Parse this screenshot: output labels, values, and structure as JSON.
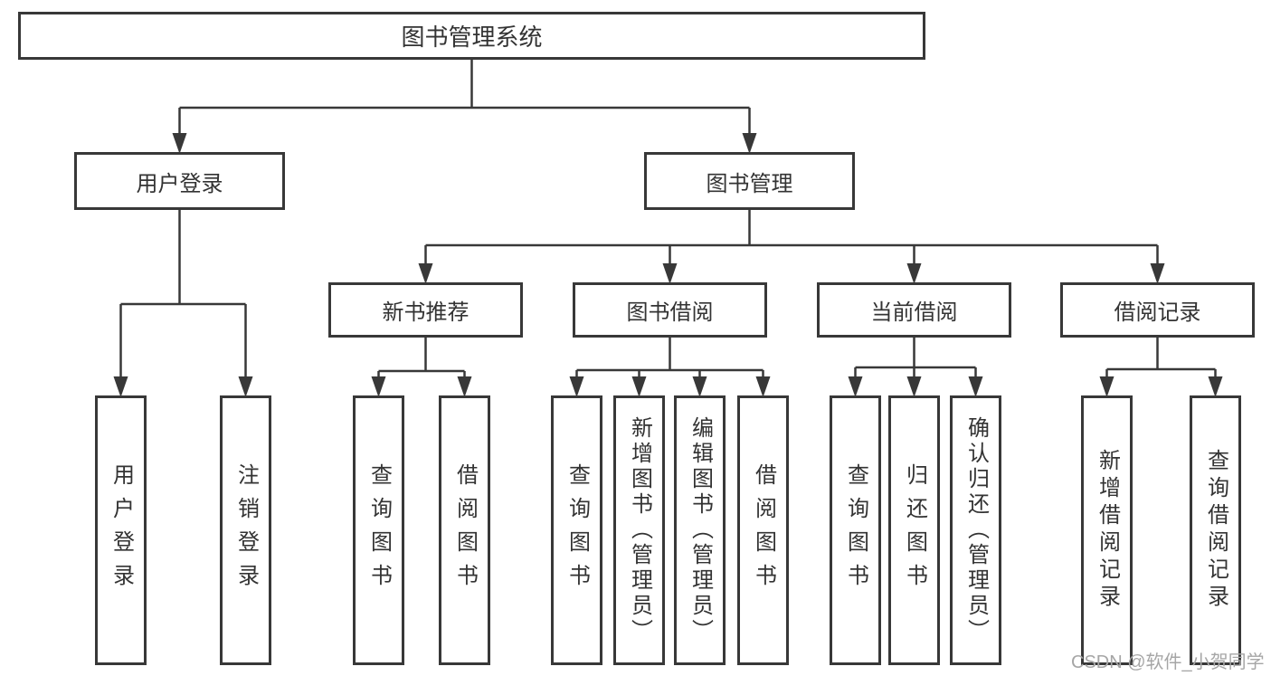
{
  "diagram_title": "图书管理系统",
  "tree": {
    "label": "图书管理系统",
    "children": [
      {
        "label": "用户登录",
        "children": [
          {
            "label": "用户登录"
          },
          {
            "label": "注销登录"
          }
        ]
      },
      {
        "label": "图书管理",
        "children": [
          {
            "label": "新书推荐",
            "children": [
              {
                "label": "查询图书"
              },
              {
                "label": "借阅图书"
              }
            ]
          },
          {
            "label": "图书借阅",
            "children": [
              {
                "label": "查询图书"
              },
              {
                "label": "新增图书（管理员）"
              },
              {
                "label": "编辑图书（管理员）"
              },
              {
                "label": "借阅图书"
              }
            ]
          },
          {
            "label": "当前借阅",
            "children": [
              {
                "label": "查询图书"
              },
              {
                "label": "归还图书"
              },
              {
                "label": "确认归还（管理员）"
              }
            ]
          },
          {
            "label": "借阅记录",
            "children": [
              {
                "label": "新增借阅记录"
              },
              {
                "label": "查询借阅记录"
              }
            ]
          }
        ]
      }
    ]
  },
  "watermark": {
    "text": "CSDN @软件_小贺同学"
  },
  "colors": {
    "line": "#383838",
    "border": "#383838",
    "text": "#333333",
    "watermark": "#a6a6a6",
    "background": "#ffffff"
  }
}
